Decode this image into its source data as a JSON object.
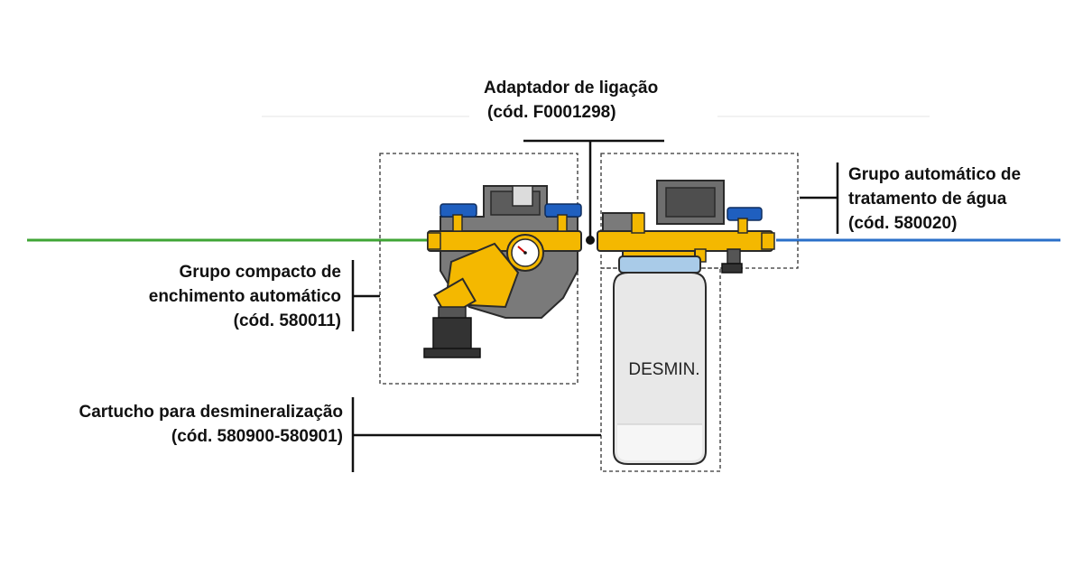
{
  "labels": {
    "adapter": {
      "line1": "Adaptador de ligação",
      "line2": "(cód. F0001298)"
    },
    "group_auto": {
      "line1": "Grupo automático de",
      "line2": "tratamento de água",
      "line3": "(cód. 580020)"
    },
    "compact_group": {
      "line1": "Grupo compacto de",
      "line2": "enchimento automático",
      "line3": "(cód. 580011)"
    },
    "cartridge": {
      "line1": "Cartucho para desmineralização",
      "line2": "(cód. 580900-580901)"
    }
  },
  "cartridge_text": "DESMIN.",
  "colors": {
    "inlet_pipe": "#3fa535",
    "outlet_pipe": "#2a6fc9",
    "brass": "#f4b800",
    "valve_handle": "#1f5fbf",
    "body_gray": "#6e6e6e",
    "cartridge_cap": "#a9cbe8",
    "cartridge_body": "#e8e8e8"
  },
  "icons": [
    "pressure-gauge-icon",
    "valve-handle-icon"
  ]
}
